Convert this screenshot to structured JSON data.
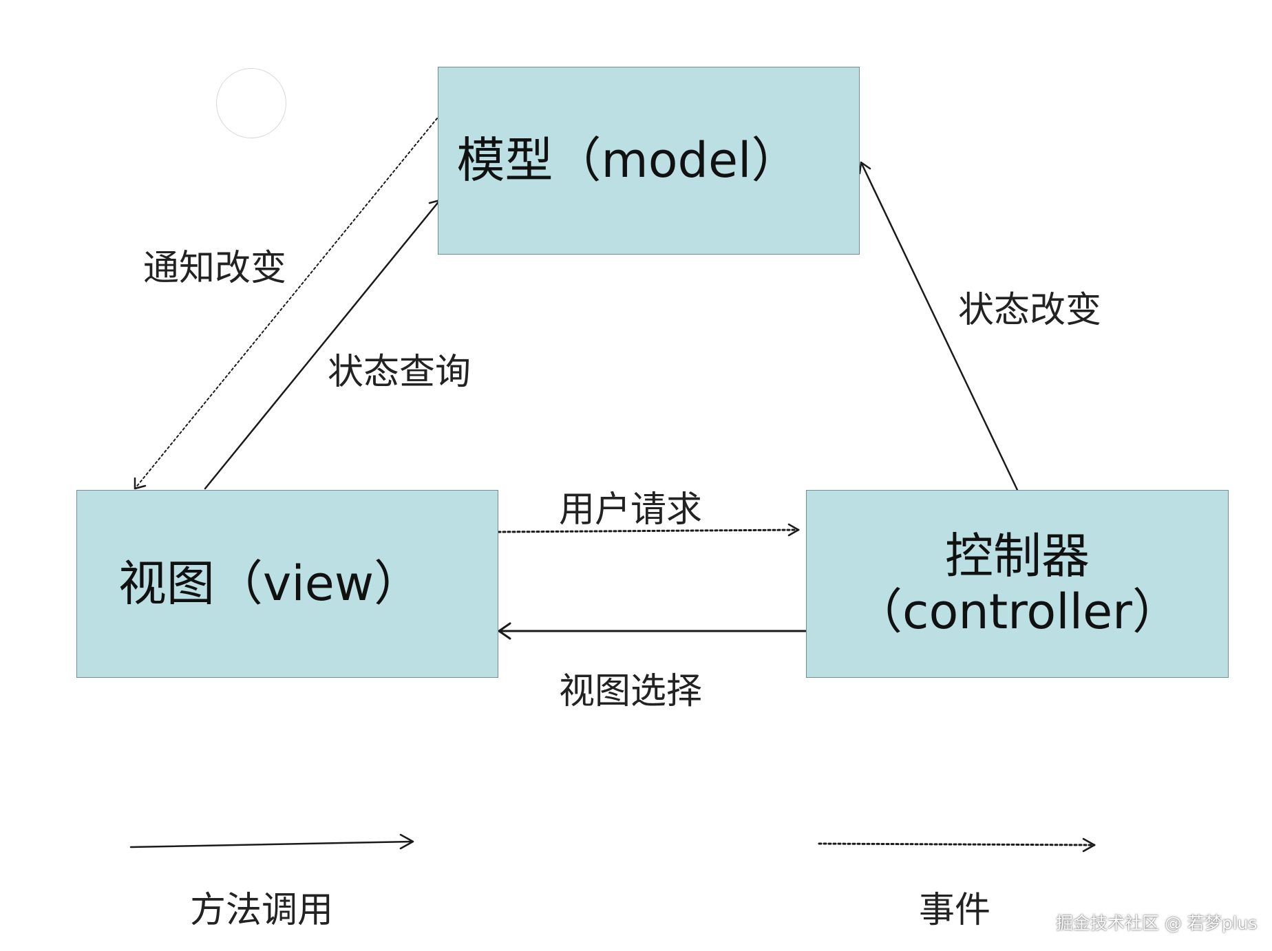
{
  "nodes": {
    "model": "模型（model）",
    "view": "视图（view）",
    "controller_line1": "控制器",
    "controller_line2": "（controller）"
  },
  "edges": {
    "notify_change": "通知改变",
    "state_query": "状态查询",
    "state_change": "状态改变",
    "user_request": "用户请求",
    "view_select": "视图选择"
  },
  "legend": {
    "method_call": "方法调用",
    "event": "事件"
  },
  "watermark": "掘金技术社区 @ 若梦plus",
  "colors": {
    "box_fill": "#bcdfe4",
    "box_border": "#6f8f94",
    "line": "#1a1a1a"
  }
}
